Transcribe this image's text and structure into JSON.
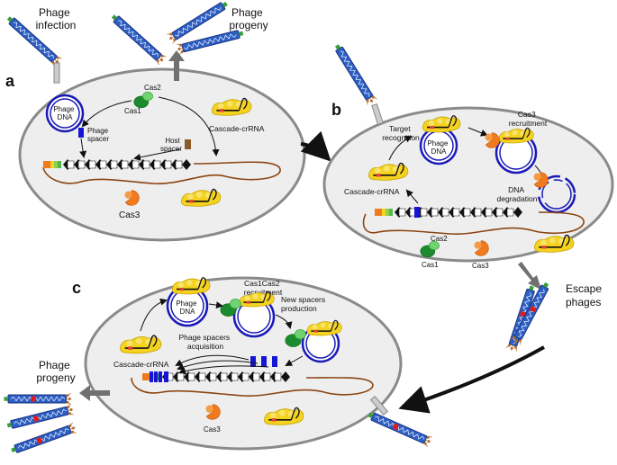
{
  "panels": {
    "a": "a",
    "b": "b",
    "c": "c"
  },
  "labels": {
    "phage_infection_1": "Phage",
    "phage_infection_2": "infection",
    "phage_progeny_top_1": "Phage",
    "phage_progeny_top_2": "progeny",
    "phage_dna_a_1": "Phage",
    "phage_dna_a_2": "DNA",
    "cas2_a": "Cas2",
    "cas1_a": "Cas1",
    "phage_spacer_1": "Phage",
    "phage_spacer_2": "spacer",
    "cascade_crrna_a": "Cascade-crRNA",
    "host_spacer_1": "Host",
    "host_spacer_2": "spacer",
    "cas3_a": "Cas3",
    "target_recognition_1": "Target",
    "target_recognition_2": "recognition",
    "phage_dna_b_1": "Phage",
    "phage_dna_b_2": "DNA",
    "cas3_recruitment_1": "Cas3",
    "cas3_recruitment_2": "recruitment",
    "dna_degradation_1": "DNA",
    "dna_degradation_2": "degradation",
    "cascade_crrna_b": "Cascade-crRNA",
    "cas2_b": "Cas2",
    "cas1_b": "Cas1",
    "cas3_b": "Cas3",
    "escape_phages_1": "Escape",
    "escape_phages_2": "phages",
    "phage_dna_c_1": "Phage",
    "phage_dna_c_2": "DNA",
    "cas1cas2_recruitment_1": "Cas1Cas2",
    "cas1cas2_recruitment_2": "recruitment",
    "new_spacers_1": "New spacers",
    "new_spacers_2": "production",
    "phage_spacers_acq_1": "Phage spacers",
    "phage_spacers_acq_2": "acquisition",
    "cascade_crrna_c": "Cascade-crRNA",
    "cas3_c": "Cas3",
    "phage_progeny_c_1": "Phage",
    "phage_progeny_c_2": "progeny"
  },
  "colors": {
    "cell_fill": "#eeeeee",
    "cell_stroke": "#8a8a8a",
    "phage_blue": "#2d5fc4",
    "phage_dark": "#16307a",
    "dna_blue": "#1a1ab8",
    "cascade_yellow": "#f4d21f",
    "cas1_green": "#1c8a2e",
    "cas2_green": "#6fd36f",
    "cas3_orange": "#f07a1c",
    "chromosome_brown": "#8b4513",
    "spacer_blue": "#1515d6",
    "host_spacer_brown": "#8b5a2b",
    "arrow_black": "#111111",
    "arrow_grey": "#707070",
    "escape_mark_red": "#e01b1b"
  },
  "icons": [
    "phage-icon",
    "cas1-protein-icon",
    "cas2-protein-icon",
    "cas3-protein-icon",
    "cascade-complex-icon",
    "plasmid-dna-icon",
    "crispr-array-icon"
  ]
}
